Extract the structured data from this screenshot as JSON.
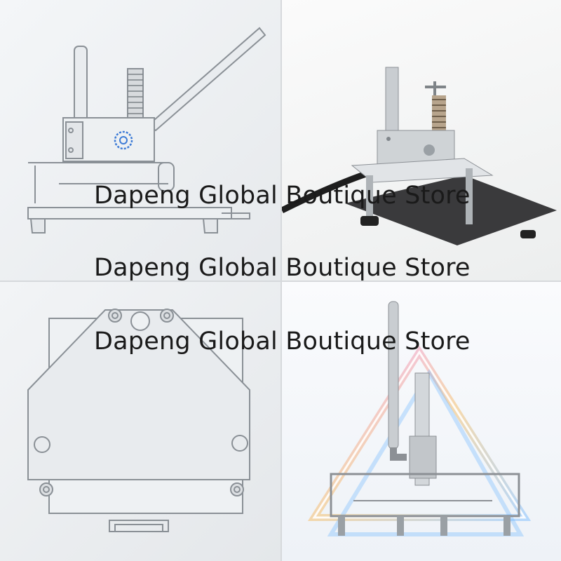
{
  "watermark": {
    "line1": "Dapeng Global Boutique Store",
    "line2": "Dapeng Global Boutique Store",
    "line3": "Dapeng Global Boutique Store"
  },
  "panels": [
    {
      "name": "side-view-drawing",
      "icon": "press-machine-side-drawing"
    },
    {
      "name": "product-photo",
      "icon": "press-machine-photo"
    },
    {
      "name": "top-view-drawing",
      "icon": "press-plate-top-drawing"
    },
    {
      "name": "front-view-neon",
      "icon": "press-machine-front-neon"
    }
  ],
  "colors": {
    "drawing-line": "#8a9096",
    "steel": "#c9cdd1",
    "dark-plate": "#3a3a3c",
    "neon-pink": "#e85cf2",
    "neon-blue": "#6fb6ff"
  }
}
